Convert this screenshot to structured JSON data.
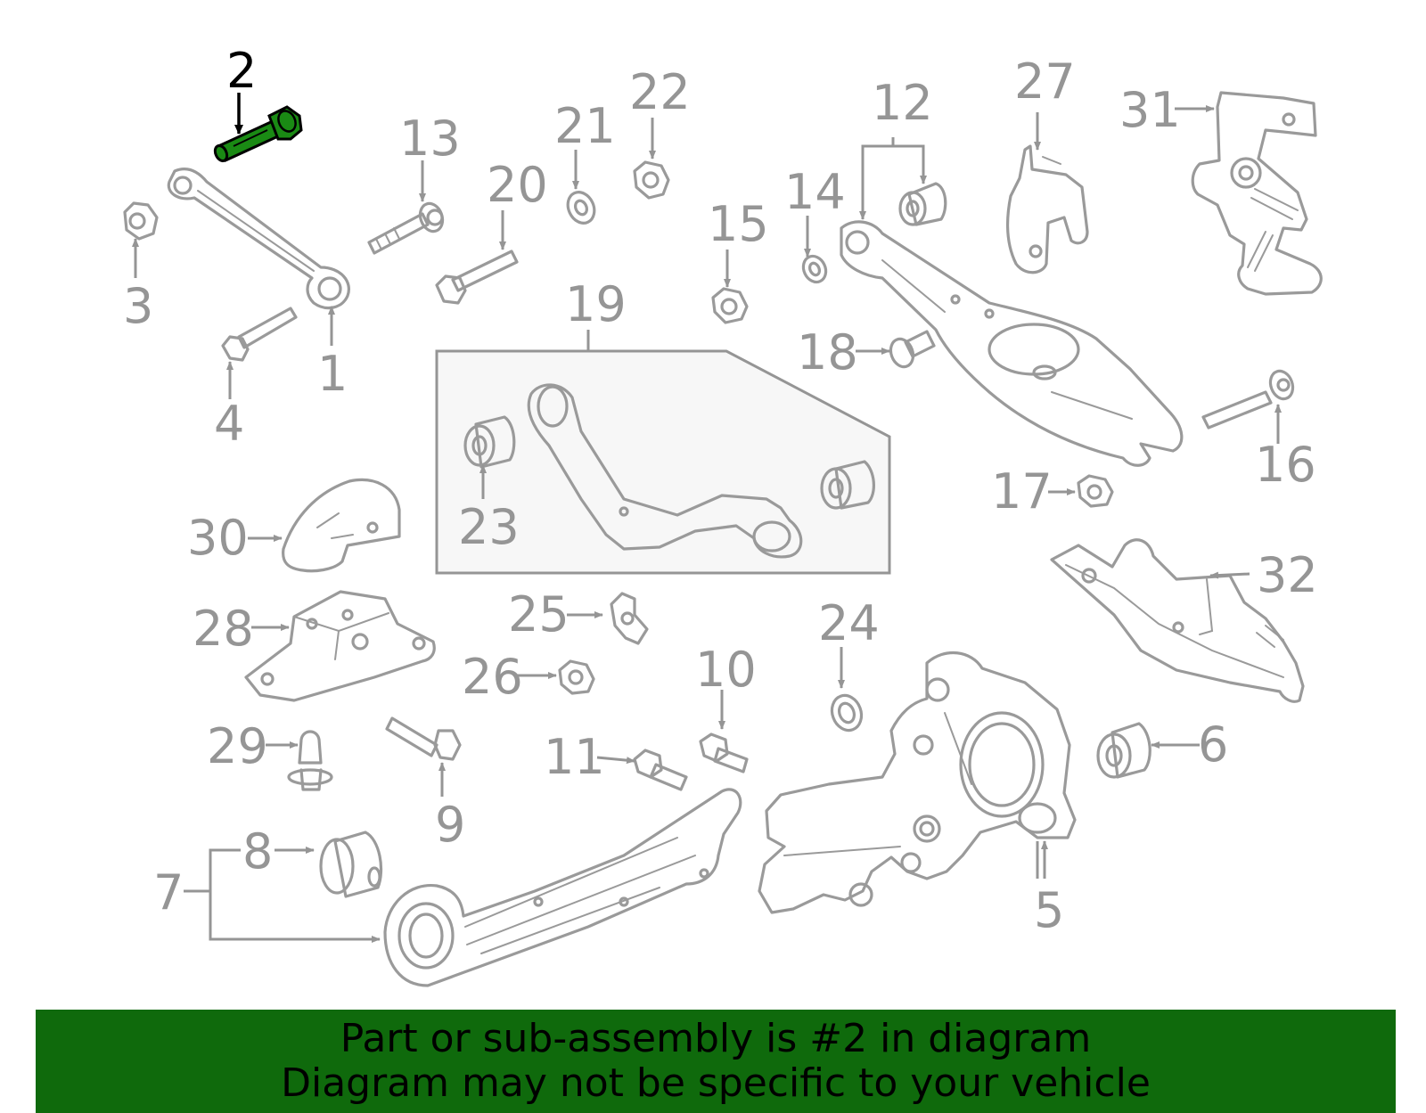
{
  "diagram": {
    "highlight_color": "#1a8a14",
    "highlighted_part": "2",
    "callouts": {
      "c1": "1",
      "c2": "2",
      "c3": "3",
      "c4": "4",
      "c5": "5",
      "c6": "6",
      "c7": "7",
      "c8": "8",
      "c9": "9",
      "c10": "10",
      "c11": "11",
      "c12": "12",
      "c13": "13",
      "c14": "14",
      "c15": "15",
      "c16": "16",
      "c17": "17",
      "c18": "18",
      "c19": "19",
      "c20": "20",
      "c21": "21",
      "c22": "22",
      "c23": "23",
      "c24": "24",
      "c25": "25",
      "c26": "26",
      "c27": "27",
      "c28": "28",
      "c29": "29",
      "c30": "30",
      "c31": "31",
      "c32": "32"
    }
  },
  "banner": {
    "line1": "Part or sub-assembly is #2 in diagram",
    "line2": "Diagram may not be specific to your vehicle",
    "background": "#0f6a0c"
  }
}
